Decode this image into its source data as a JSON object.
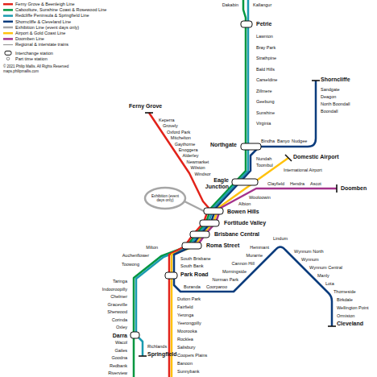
{
  "diagram": {
    "labels": [
      "Dakabin",
      "Kallangur",
      "Petrie",
      "Lawnton",
      "Bray Park",
      "Strathpine",
      "Bald Hills",
      "Carseldine",
      "Zillmere",
      "Geebung",
      "Sunshine",
      "Virginia",
      "Northgate",
      "Nundah",
      "Toombul",
      "Shorncliffe",
      "Sandgate",
      "Deagon",
      "North Boondall",
      "Boondall",
      "Bindha",
      "Banyo",
      "Nudgee",
      "Domestic Airport",
      "International Airport",
      "Eagle Junction",
      "Clayfield",
      "Hendra",
      "Ascot",
      "Doomben",
      "Wooloowin",
      "Albion",
      "Ferny Grove",
      "Keperra",
      "Grovely",
      "Oxford Park",
      "Mitchelton",
      "Gaythorne",
      "Enoggera",
      "Alderley",
      "Newmarket",
      "Wilston",
      "Windsor",
      "Exhibition (event days only)",
      "Bowen Hills",
      "Fortitude Valley",
      "Brisbane Central",
      "Roma Street",
      "Milton",
      "Auchenflower",
      "Toowong",
      "Taringa",
      "Indooroopilly",
      "Chelmer",
      "Graceville",
      "Sherwood",
      "Corinda",
      "Oxley",
      "Darra",
      "Wacol",
      "Gailes",
      "Goodna",
      "Redbank",
      "Riverview",
      "Richlands",
      "Springfield",
      "South Brisbane",
      "South Bank",
      "Park Road",
      "Buranda",
      "Coorparoo",
      "Norman Park",
      "Morningside",
      "Cannon Hill",
      "Murarrie",
      "Hemmant",
      "Lindum",
      "Wynnum North",
      "Wynnum",
      "Wynnum Central",
      "Manly",
      "Lota",
      "Thorneside",
      "Birkdale",
      "Wellington Point",
      "Ormiston",
      "Cleveland",
      "Dutton Park",
      "Fairfield",
      "Yeronga",
      "Yeerongpilly",
      "Moorooka",
      "Rocklea",
      "Salisbury",
      "Coopers Plains",
      "Banoon",
      "Sunnybank",
      "© 2021 Philip Mallis. All Rights Reserved",
      "maps.philipmallis.com"
    ],
    "legend": [
      {
        "text": "Ferny Grove & Beenleigh Line"
      },
      {
        "text": "Caboolture, Sunshine Coast & Rosewood Line"
      },
      {
        "text": "Redcliffe Peninsula & Springfield Line"
      },
      {
        "text": "Shorncliffe & Cleveland Line"
      },
      {
        "text": "Exhibition Line (event days only)"
      },
      {
        "text": "Airport & Gold Coast Line"
      },
      {
        "text": "Doomben Line"
      },
      {
        "text": "Regional & interstate trains"
      },
      {
        "text": "Interchange station"
      },
      {
        "text": "Part time station"
      }
    ]
  }
}
